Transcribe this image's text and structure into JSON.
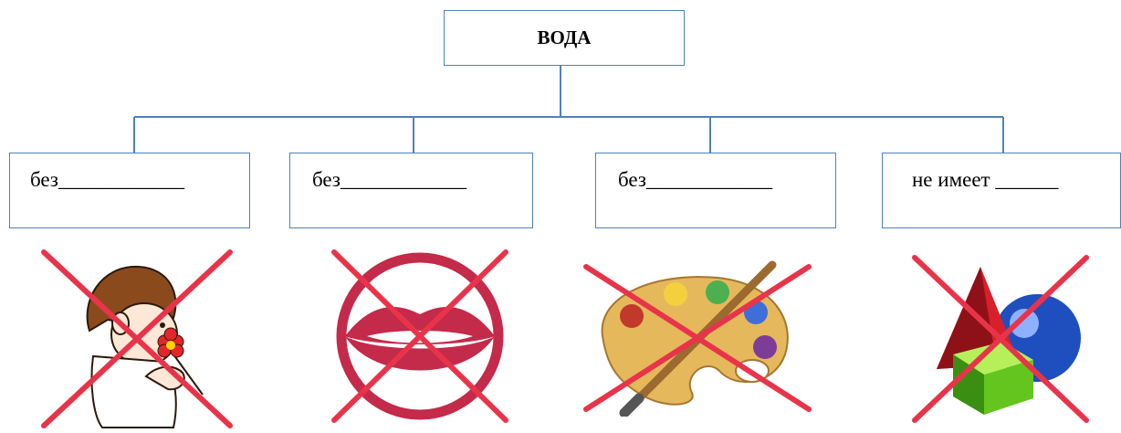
{
  "diagram": {
    "root": {
      "label": "ВОДА"
    },
    "branches": [
      {
        "label": "без____________",
        "icon": "smelling-flower-icon"
      },
      {
        "label": "без____________",
        "icon": "lips-mouth-icon"
      },
      {
        "label": "без____________",
        "icon": "paint-palette-icon"
      },
      {
        "label": "не имеет ______",
        "icon": "geometric-shapes-icon"
      }
    ],
    "colors": {
      "box_border": "#4f81bd",
      "connector": "#4f81bd",
      "cross_out": "#e8344a"
    }
  }
}
